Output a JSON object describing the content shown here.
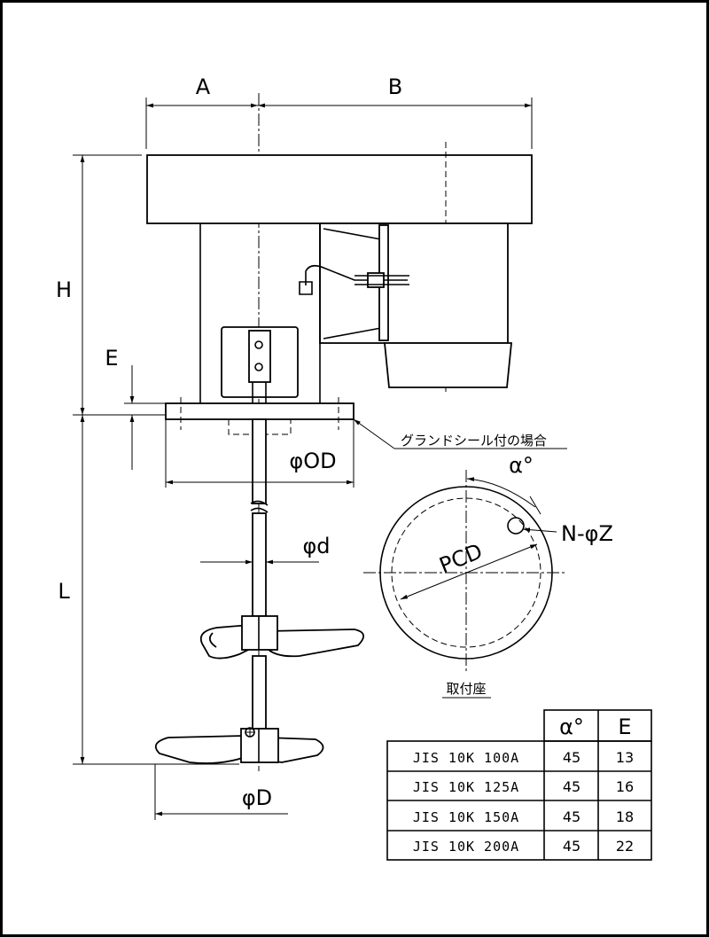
{
  "labels": {
    "A": "A",
    "B": "B",
    "H": "H",
    "E": "E",
    "L": "L",
    "OD": "φOD",
    "d": "φd",
    "D": "φD",
    "PCD": "PCD",
    "NZ": "N-φZ",
    "alpha": "α°"
  },
  "notes": {
    "gland_seal": "グランドシール付の場合",
    "mounting_seat": "取付座"
  },
  "table": {
    "headers": [
      "α°",
      "E"
    ],
    "rows": [
      {
        "spec": "JIS 10K 100A",
        "alpha": "45",
        "E": "13"
      },
      {
        "spec": "JIS 10K 125A",
        "alpha": "45",
        "E": "16"
      },
      {
        "spec": "JIS 10K 150A",
        "alpha": "45",
        "E": "18"
      },
      {
        "spec": "JIS 10K 200A",
        "alpha": "45",
        "E": "22"
      }
    ]
  }
}
